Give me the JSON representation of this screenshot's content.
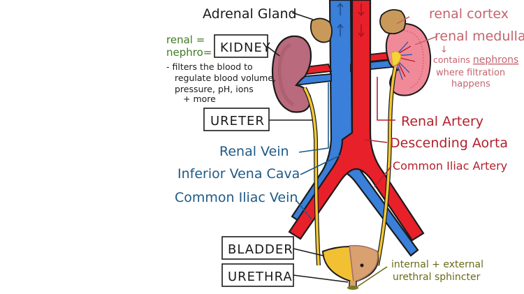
{
  "labels": {
    "adrenal_gland": "Adrenal Gland",
    "kidney": "KIDNEY",
    "renal_eq": "renal =",
    "nephro_eq": "nephro=",
    "kidney_desc": [
      "- filters the blood to",
      "regulate blood volume,",
      "pressure, pH, ions",
      "+ more"
    ],
    "ureter": "URETER",
    "renal_vein": "Renal Vein",
    "inferior_vena_cava": "Inferior Vena Cava",
    "common_iliac_vein": "Common Iliac Vein",
    "bladder": "BLADDER",
    "urethra": "URETHRA",
    "renal_cortex": "renal cortex",
    "renal_medulla": "renal medulla",
    "medulla_arrow": "↓",
    "nephron_note": [
      "contains",
      "nephrons",
      "where filtration",
      "happens"
    ],
    "renal_artery": "Renal Artery",
    "descending_aorta": "Descending Aorta",
    "common_iliac_artery": "Common Iliac Artery",
    "sphincter": [
      "internal + external",
      "urethral sphincter"
    ]
  },
  "icons": {
    "vein_flow": "arrow-up-icon",
    "artery_flow": "arrow-down-icon"
  },
  "colors": {
    "vein": "#3a7fd9",
    "artery": "#e8202a",
    "ureter": "#f2c835",
    "kidney": "#b96a7c",
    "adrenal": "#c9995a",
    "bladder": "#f2c033",
    "cortex": "#f08a98",
    "label_blue": "#1f5a86",
    "label_red": "#b3202c",
    "label_pink": "#c4646e",
    "label_green": "#3f7a25",
    "label_olive": "#6b6a18"
  }
}
